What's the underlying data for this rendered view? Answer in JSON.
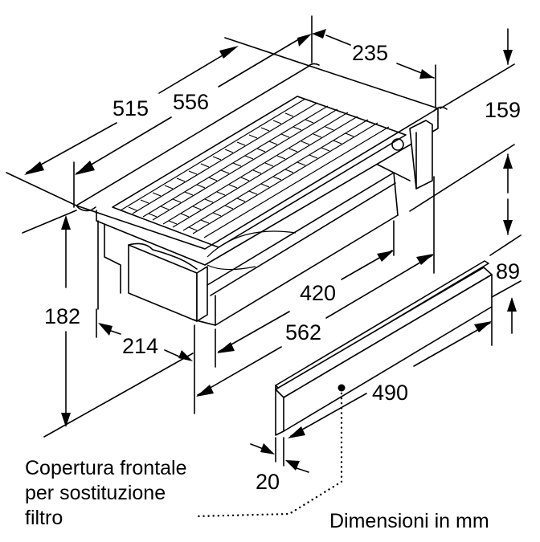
{
  "diagram": {
    "type": "technical dimension drawing",
    "subject": "downdraft extractor unit with front cover panel",
    "unit_note": "Dimensioni in mm",
    "callout_label": [
      "Copertura frontale",
      "per sostituzione",
      "filtro"
    ],
    "dimensions": {
      "outer_length": "556",
      "inner_length": "515",
      "top_width": "235",
      "upper_height": "159",
      "total_height": "182",
      "base_depth": "214",
      "inner_channel_length": "420",
      "base_length": "562",
      "cover_height": "89",
      "cover_length": "490",
      "cover_depth": "20"
    }
  }
}
